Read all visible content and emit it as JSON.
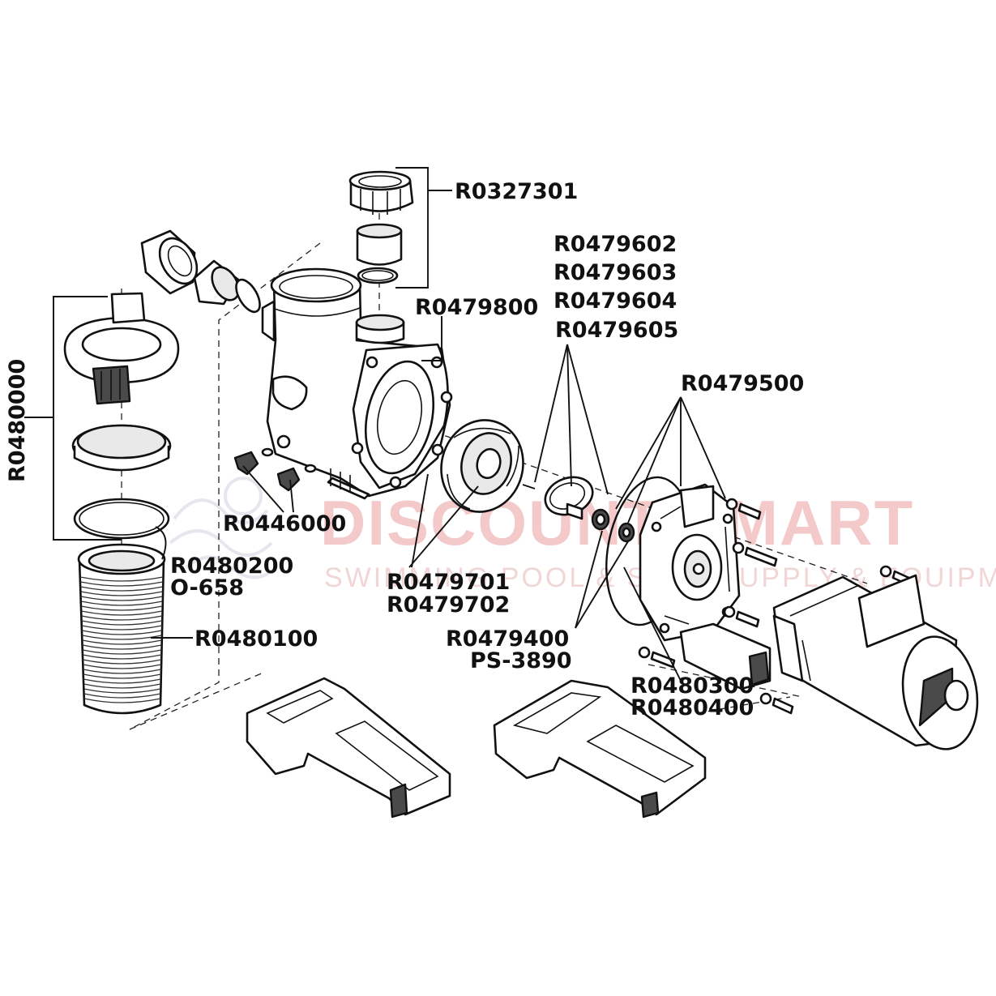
{
  "watermark": {
    "line1_left": "DISCOUNT",
    "line1_right": "MART",
    "line2": "SWIMMING POOL & SPAS SUPPLY & EQUIPMENT"
  },
  "labels": {
    "union_kit": "R0327301",
    "impeller_1": "R0479602",
    "impeller_2": "R0479603",
    "impeller_3": "R0479604",
    "impeller_4": "R0479605",
    "pump_housing": "R0479800",
    "seal_plate": "R0479500",
    "lid_assembly": "R0480000",
    "drain_plug": "R0446000",
    "lid_oring_1": "R0480200",
    "lid_oring_2": "O-658",
    "diffuser_1": "R0479701",
    "diffuser_2": "R0479702",
    "basket": "R0480100",
    "seal_1": "R0479400",
    "seal_2": "PS-3890",
    "base_1": "R0480300",
    "base_2": "R0480400"
  }
}
